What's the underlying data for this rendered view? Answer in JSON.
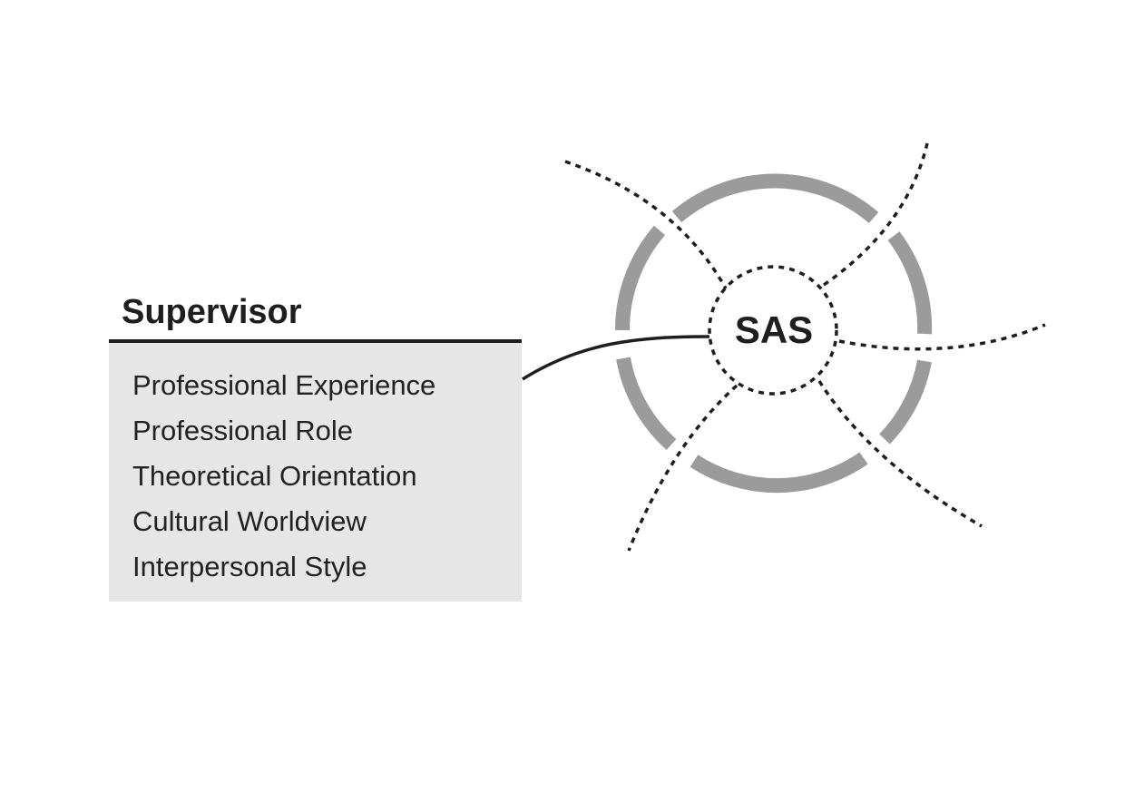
{
  "supervisor": {
    "title": "Supervisor",
    "attributes": [
      "Professional Experience",
      "Professional Role",
      "Theoretical Orientation",
      "Cultural Worldview",
      "Interpersonal Style"
    ]
  },
  "center": {
    "label": "SAS"
  },
  "colors": {
    "box_fill": "#e6e6e6",
    "ring": "#9b9b9b",
    "line": "#1e1e1e",
    "text": "#222222"
  }
}
